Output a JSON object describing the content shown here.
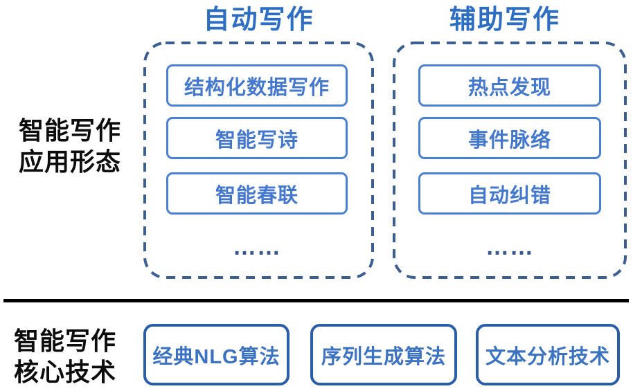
{
  "colors": {
    "header_blue": "#2e6ec2",
    "item_border_blue": "#4a80d4",
    "item_text_blue": "#4478ce",
    "group_dash_blue": "#3b5e93",
    "ellipsis_blue": "#36598c",
    "tech_border_blue": "#2b5da9",
    "tech_text_blue": "#3b72c2",
    "label_black": "#0d0d0d",
    "divider_black": "#000000",
    "background": "#ffffff"
  },
  "applications": {
    "side_label": {
      "line1": "智能写作",
      "line2": "应用形态"
    },
    "columns": [
      {
        "title": "自动写作",
        "items": [
          "结构化数据写作",
          "智能写诗",
          "智能春联"
        ],
        "ellipsis": "……"
      },
      {
        "title": "辅助写作",
        "items": [
          "热点发现",
          "事件脉络",
          "自动纠错"
        ],
        "ellipsis": "……"
      }
    ]
  },
  "technologies": {
    "side_label": {
      "line1": "智能写作",
      "line2": "核心技术"
    },
    "items": [
      "经典NLG算法",
      "序列生成算法",
      "文本分析技术"
    ]
  }
}
